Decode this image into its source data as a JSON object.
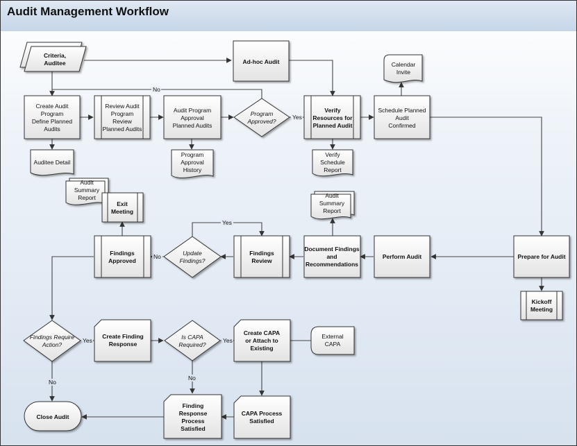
{
  "title": "Audit Management Workflow",
  "nodes": {
    "criteria": [
      "Criteria,",
      "Auditee"
    ],
    "adhoc": [
      "Ad-hoc Audit"
    ],
    "calendar": [
      "Calendar",
      "Invite"
    ],
    "create_program": [
      "Create Audit",
      "Program",
      "Define Planned",
      "Audits"
    ],
    "review_program": [
      "Review Audit",
      "Program",
      "Review",
      "Planned Audits"
    ],
    "program_approval": [
      "Audit Program",
      "Approval",
      "Planned Audits"
    ],
    "program_approved": [
      "Program",
      "Approved?"
    ],
    "verify_resources": [
      "Verify",
      "Resources for",
      "Planned Audit"
    ],
    "schedule_audit": [
      "Schedule Planned",
      "Audit",
      "Confirmed"
    ],
    "auditee_detail": [
      "Auditee Detail"
    ],
    "approval_history": [
      "Program",
      "Approval",
      "History"
    ],
    "schedule_report": [
      "Verify",
      "Schedule",
      "Report"
    ],
    "summary_report_1": [
      "Audit",
      "Summary",
      "Report"
    ],
    "exit_meeting": [
      "Exit",
      "Meeting"
    ],
    "summary_report_2": [
      "Audit",
      "Summary",
      "Report"
    ],
    "findings_approved": [
      "Findings",
      "Approved"
    ],
    "update_findings": [
      "Update",
      "Findings?"
    ],
    "findings_review": [
      "Findings",
      "Review"
    ],
    "document_findings": [
      "Document Findings",
      "and",
      "Recommendations"
    ],
    "perform_audit": [
      "Perform Audit"
    ],
    "prepare_audit": [
      "Prepare for Audit"
    ],
    "kickoff": [
      "Kickoff",
      "Meeting"
    ],
    "findings_require_action": [
      "Findings Require",
      "Action?"
    ],
    "create_finding_response": [
      "Create Finding",
      "Response"
    ],
    "is_capa_required": [
      "Is CAPA",
      "Required?"
    ],
    "create_capa": [
      "Create CAPA",
      "or Attach to",
      "Existing"
    ],
    "external_capa": [
      "External",
      "CAPA"
    ],
    "close_audit": [
      "Close Audit"
    ],
    "finding_response_satisfied": [
      "Finding",
      "Response",
      "Process",
      "Satisfied"
    ],
    "capa_satisfied": [
      "CAPA Process",
      "Satisfied"
    ]
  },
  "edge_labels": {
    "no_program": "No",
    "yes_program": "Yes",
    "yes_update": "Yes",
    "no_update": "No",
    "yes_action": "Yes",
    "no_action": "No",
    "yes_capa": "Yes",
    "no_capa": "No"
  }
}
